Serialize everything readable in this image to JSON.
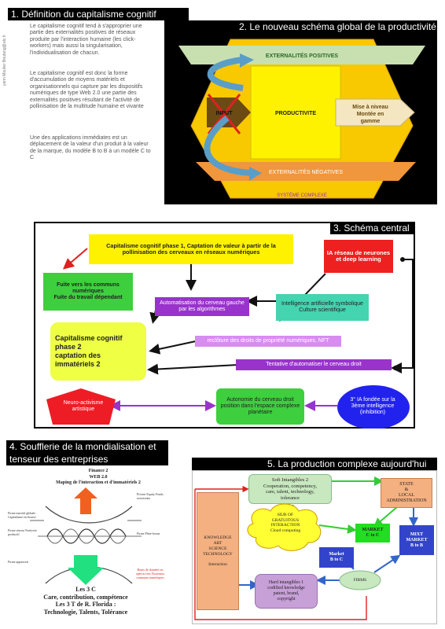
{
  "side_credit": "yann Moulier Boutang@utc.fr",
  "s1": {
    "title": "1. Définition du capitalisme cognitif",
    "p1": "Le capitalisme cognitif tend à s'approprier une partie des externalités positives de réseaux produite par l'interaction humaine (les click-workers) mais aussi la singularisation, l'individualisation de chacun.",
    "p2": "Le capitalisme cognitif est donc la forme d'accumulation de moyens matériels et organisationnels qui capture par les dispositifs numériques de type Web 2.0 une partie des externalités positives résultant de l'activité de pollinisation de la multitude humaine et vivante",
    "p3": "Une des applications immédiates est un déplacement de la valeur d'un produit à la valeur de la marque, du modèle B to B à un modèle C to C"
  },
  "s2": {
    "title": "2. Le nouveau schéma global de la productivité",
    "ext_pos": "EXTERNALITÉS POSITIVES",
    "input": "INPUT",
    "productivite": "PRODUCTIVITE",
    "mise1": "Mise à niveau",
    "mise2": "Montée en",
    "mise3": "gamme",
    "ext_neg": "EXTERNALITÉS NÉGATIVES",
    "systeme": "SYSTÈME COMPLEXE"
  },
  "s3": {
    "title": "3. Schéma central",
    "phase1": "Capitalisme cognitif phase 1, Captation de valeur à partir de la pollinisation des cerveaux en réseaux numériques",
    "ia_reseau": "IA réseau de neurones et deep learning",
    "fuite1": "Fuite vers les communs numériques",
    "fuite2": "Fuite du travail dépendant",
    "automat": "Automatisation du cerveau gauche par les algorithmes",
    "ia_symb": "Intelligence artificielle symbolique Culture scientifique",
    "phase2_1": "Capitalisme cognitif",
    "phase2_2": "phase 2",
    "phase2_3": "captation des",
    "phase2_4": "immatériels 2",
    "recloture": "reclôture des droits de propriété numériques, NFT",
    "tentative": "Tentative d'automatiser le cerveau droit",
    "neuro": "Neuro-activisme artistique",
    "autonomie": "Autonomie du cerveau droit position dans l'espace complexe planétaire",
    "ia3": "3° IA fondée sur la 3ème intelligence (inhibition)"
  },
  "s4": {
    "title_1": "4. Soufflerie de la mondialisation et",
    "title_2": "tenseur des entreprises",
    "finance1": "Finance 2",
    "finance2": "WEB 2.0",
    "finance3": "Maping de l'interaction et d'immatériels 2",
    "left1": "Firme marché globale Capitalisme en bourse",
    "left2": "Firme réseau Territoire productif",
    "left3": "Firme appauvrie",
    "right1": "Private Equity Fonds souverains",
    "right2": "Firme Plate-forme",
    "red_note": "Bases de données en open access Nouveaux communs numériques",
    "bottom1": "Les 3 C",
    "bottom2": "Care, contribution, compétence",
    "bottom3": "Les 3 T de R. Florida :",
    "bottom4": "Technologie,  Talents, Tolérance"
  },
  "s5": {
    "title": "5. La production complexe aujourd'hui",
    "soft1": "Soft Intangibles 2",
    "soft2": "Cooperation, competency,",
    "soft3": "care, talent, technology,",
    "soft4": "tolerance",
    "state1": "STATE",
    "state2": "&",
    "state3": "LOCAL",
    "state4": "ADMINISTRATION",
    "knowledge1": "KNOWLEDGE",
    "knowledge2": "ART",
    "knowledge3": "SCIENCE",
    "knowledge4": "TECHNOLOGY",
    "knowledge5": "Interaction",
    "hub1": "HUB OF",
    "hub2": "GRATUITOUS",
    "hub3": "INTERACTION",
    "hub4": "Cloud computing",
    "market_ctoc1": "MARKET",
    "market_ctoc2": "C to C",
    "market_btoc1": "Market",
    "market_btoc2": "B to C",
    "mixt1": "MIXT",
    "mixt2": "MARKET",
    "mixt3": "B to B",
    "hard1": "Hard intangibles 1",
    "hard2": "codified knowledge",
    "hard3": "patent, brand,",
    "hard4": "copyright",
    "firms": "FIRMS"
  }
}
